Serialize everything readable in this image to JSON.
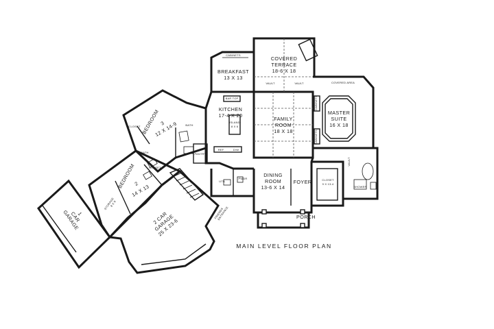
{
  "plan_title": "MAIN LEVEL FLOOR PLAN",
  "rooms": {
    "covered_terrace": {
      "line1": "COVERED",
      "line2": "TERRACE",
      "size": "18-6 X 18"
    },
    "breakfast": {
      "name": "BREAKFAST",
      "size": "13 X 13"
    },
    "kitchen": {
      "name": "KITCHEN",
      "size": "17-4 X 20"
    },
    "family_room": {
      "line1": "FAMILY",
      "line2": "ROOM",
      "size": "18 X 18"
    },
    "master_suite": {
      "line1": "MASTER",
      "line2": "SUITE",
      "size": "16 X 18"
    },
    "dining_room": {
      "line1": "DINING",
      "line2": "ROOM",
      "size": "13-6 X 14"
    },
    "foyer": {
      "name": "FOYER"
    },
    "porch": {
      "name": "PORCH"
    },
    "bedroom3": {
      "name": "BEDROOM",
      "num": "3",
      "size": "12 X 14-9"
    },
    "bedroom2": {
      "name": "BEDROOM",
      "num": "2",
      "size": "14 X 13"
    },
    "garage1": {
      "num": "1",
      "line1": "CAR",
      "line2": "GARAGE"
    },
    "garage2": {
      "line1": "2 CAR",
      "line2": "GARAGE",
      "size": "25 X 23-6"
    }
  },
  "labels": {
    "cabinets_top": "CABINETS",
    "covered_area": "COVERED AREA",
    "vault": "VAULT",
    "bar_top": "BAR TOP",
    "island": "ISLAND",
    "island_size": "8 X 6",
    "pantry": "PANTRY",
    "bath": "BATH",
    "closet": "CLOSET",
    "closet_size": "9 X 13-4",
    "storage": "STORAGE",
    "storage_size": "8 X 6",
    "util": "UTIL",
    "powder": "PWDR",
    "friends_entrance_1": "FRIENDS",
    "friends_entrance_2": "ENTRANCE",
    "shower": "SHOWER",
    "ref": "REF",
    "dw": "D/W",
    "cabinets_side": "CABINETS"
  }
}
